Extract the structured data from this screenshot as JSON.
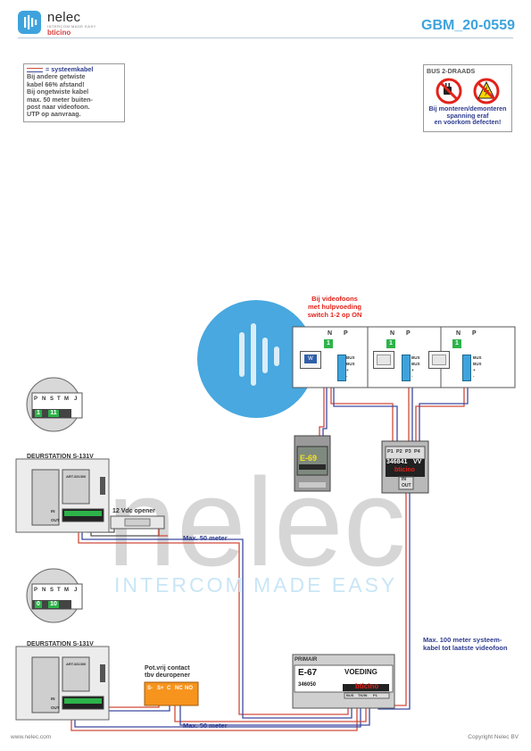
{
  "header": {
    "brand_name": "nelec",
    "brand_tagline": "INTERCOM MADE EASY",
    "brand_sub": "bticino",
    "doc_code": "GBM_20-0559"
  },
  "legend_note": {
    "legend_label": "= systeemkabel",
    "lines": [
      "Bij andere getwiste",
      "kabel 66% afstand!",
      "Bij ongetwiste kabel",
      "max. 50 meter buiten-",
      "post naar videofoon.",
      "UTP op aanvraag."
    ]
  },
  "warning": {
    "title": "BUS 2-DRAADS",
    "lines": [
      "Bij monteren/demonteren",
      "spanning eraf",
      "en voorkom defecten!"
    ]
  },
  "videofoon_note": [
    "Bij videofoons",
    "met hulpvoeding",
    "switch 1-2 op ON"
  ],
  "monitors": {
    "term_labels": [
      "N",
      "P"
    ],
    "switch_value": "1",
    "screen_label": "W",
    "bus_labels": [
      "BUS",
      "BUS",
      "+",
      "-"
    ]
  },
  "power_supply_e69": {
    "label": "E-69"
  },
  "distributor": {
    "ports": [
      "P1",
      "P2",
      "P3",
      "P4"
    ],
    "code": "346841",
    "suffix": "VV",
    "brand": "bticino",
    "terminals": [
      "IN",
      "OUT"
    ]
  },
  "stations": [
    {
      "title": "DEURSTATION S-131V",
      "config_headers": [
        "P",
        "N",
        "S",
        "T",
        "M",
        "J"
      ],
      "config_values": [
        "1",
        "11"
      ],
      "terminals": [
        "IN",
        "OUT"
      ],
      "model": "ART.331300"
    },
    {
      "title": "DEURSTATION S-131V",
      "config_headers": [
        "P",
        "N",
        "S",
        "T",
        "M",
        "J"
      ],
      "config_values": [
        "0",
        "10"
      ],
      "terminals": [
        "IN",
        "OUT"
      ],
      "model": "ART.331300"
    }
  ],
  "opener": {
    "label": "12 Vdc opener"
  },
  "contact": {
    "label_lines": [
      "Pot.vrij contact",
      "tbv deuropener"
    ],
    "terminals": [
      "S-",
      "S+",
      "C",
      "NC",
      "NO"
    ]
  },
  "power_supply_e67": {
    "primary": "PRIMAIR",
    "label": "E-67",
    "voeding": "VOEDING",
    "code": "346050",
    "brand": "bticino",
    "terminals": [
      "BUS",
      "TK/IN",
      "P1"
    ]
  },
  "cable_notes": {
    "max50_top": "Max. 50 meter",
    "max50_bottom": "Max. 50 meter",
    "max100": [
      "Max. 100 meter systeem-",
      "kabel tot laatste videofoon"
    ]
  },
  "watermark": {
    "word": "nelec",
    "tagline": "INTERCOM MADE EASY"
  },
  "footer": {
    "left": "www.nelec.com",
    "right": "Copyright Nelec BV"
  },
  "colors": {
    "accent": "#3ea3dd",
    "cable_red": "#d04a3a",
    "cable_blue": "#3c4aa0",
    "terminal_green": "#2db34a",
    "note_red": "#e2231a",
    "orange": "#f7941d"
  }
}
